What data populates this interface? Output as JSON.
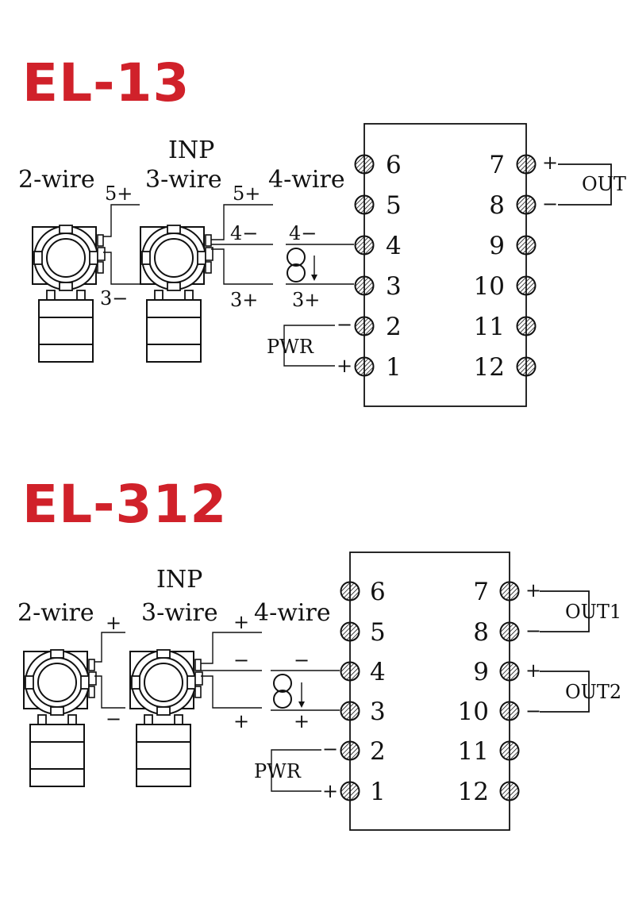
{
  "colors": {
    "title": "#d0212a",
    "line": "#111111",
    "background": "#ffffff"
  },
  "icons": [
    "terminal-screw-icon",
    "transmitter-icon",
    "current-source-icon"
  ],
  "el13": {
    "title": "EL-13",
    "inp": "INP",
    "wire2": "2-wire",
    "wire3": "3-wire",
    "wire4": "4-wire",
    "w2_plus": "5+",
    "w2_minus": "3−",
    "w3_plus": "5+",
    "w3_minus": "4−",
    "w3_3plus": "3+",
    "w4_minus": "4−",
    "w4_plus": "3+",
    "pwr": "PWR",
    "pwr_minus": "−",
    "pwr_plus": "+",
    "out": "OUT",
    "out_plus": "+",
    "out_minus": "−",
    "left_terminals": [
      "6",
      "5",
      "4",
      "3",
      "2",
      "1"
    ],
    "right_terminals": [
      "7",
      "8",
      "9",
      "10",
      "11",
      "12"
    ]
  },
  "el312": {
    "title": "EL-312",
    "inp": "INP",
    "wire2": "2-wire",
    "wire3": "3-wire",
    "wire4": "4-wire",
    "w2_plus": "+",
    "w2_minus": "−",
    "w3_plus": "+",
    "w3_minus": "−",
    "w3_3plus": "+",
    "w4_minus": "−",
    "w4_plus": "+",
    "pwr": "PWR",
    "pwr_minus": "−",
    "pwr_plus": "+",
    "out1": "OUT1",
    "out2": "OUT2",
    "out1_plus": "+",
    "out1_minus": "−",
    "out2_plus": "+",
    "out2_minus": "−",
    "left_terminals": [
      "6",
      "5",
      "4",
      "3",
      "2",
      "1"
    ],
    "right_terminals": [
      "7",
      "8",
      "9",
      "10",
      "11",
      "12"
    ]
  }
}
